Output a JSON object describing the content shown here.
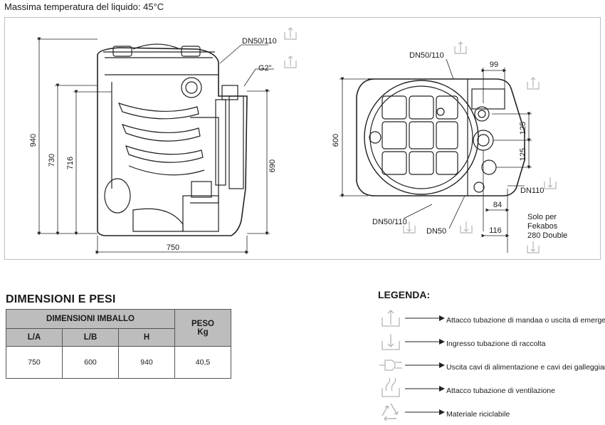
{
  "header": {
    "label": "Massima temperatura del liquido:",
    "value": "45°C"
  },
  "drawing": {
    "side_view": {
      "dims": {
        "height_total": "940",
        "height_730": "730",
        "height_716": "716",
        "height_690": "690",
        "width": "750"
      },
      "callouts": {
        "dn50_110": "DN50/110",
        "g2": "G2\""
      }
    },
    "top_view": {
      "dims": {
        "depth": "600",
        "d99": "99",
        "d125a": "125",
        "d125b": "125",
        "d84": "84",
        "d116": "116"
      },
      "callouts": {
        "dn50_110_top": "DN50/110",
        "dn110": "DN110",
        "dn50_110_bottom": "DN50/110",
        "dn50": "DN50",
        "solo_per_1": "Solo per",
        "solo_per_2": "Fekabos",
        "solo_per_3": "280 Double"
      }
    }
  },
  "dimensions": {
    "title": "DIMENSIONI E PESI",
    "group_header": "DIMENSIONI IMBALLO",
    "weight_header_1": "PESO",
    "weight_header_2": "Kg",
    "columns": [
      "L/A",
      "L/B",
      "H"
    ],
    "row": {
      "la": "750",
      "lb": "600",
      "h": "940",
      "peso": "40,5"
    }
  },
  "legend": {
    "title": "LEGENDA:",
    "items": [
      {
        "icon": "discharge-pipe-icon",
        "text": "Attacco tubazione di mandaa o uscita di emergenza"
      },
      {
        "icon": "inlet-pipe-icon",
        "text": "Ingresso tubazione di raccolta"
      },
      {
        "icon": "power-plug-icon",
        "text": "Uscita cavi di alimentazione e cavi dei galleggianti"
      },
      {
        "icon": "vent-pipe-icon",
        "text": "Attacco tubazione di ventilazione"
      },
      {
        "icon": "recycle-icon",
        "text": "Materiale riciclabile"
      }
    ]
  },
  "colors": {
    "table_header": "#bdbdbd",
    "line": "#222222",
    "frame": "#bfbfbf",
    "icon_gray": "#b5b5b5"
  }
}
